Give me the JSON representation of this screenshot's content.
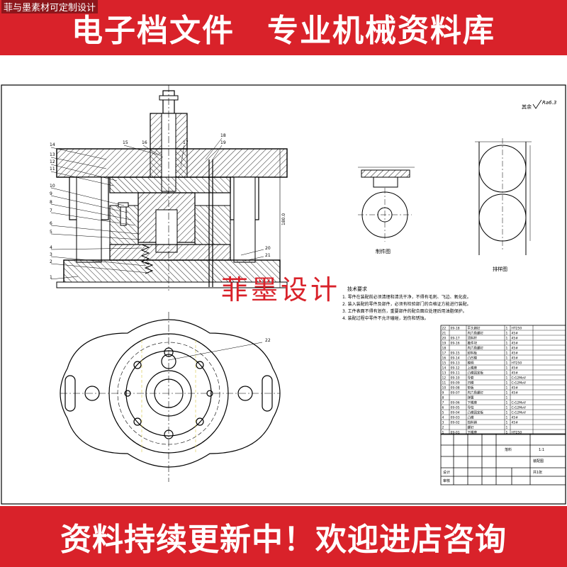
{
  "header": {
    "watermark": "菲与墨素材可定制设计",
    "left_title": "电子档文件",
    "right_title": "专业机械资料库"
  },
  "footer": {
    "slogan": "资料持续更新中！欢迎进店咨询"
  },
  "brand_watermark": "菲墨设计",
  "drawing": {
    "roughness_note": "其余",
    "roughness_value": "Ra6.3",
    "part_view_label": "制件图",
    "layout_view_label": "排样图",
    "tech_title": "技术要求",
    "tech_lines": [
      "1. 零件在装配前必须清理和清洗干净，不得有毛刺、飞边、氧化皮。",
      "2. 装入装配的零件及部件，必须有检验部门的合格证方能进行装配。",
      "3. 工件表面不得有划伤，重要部件的配合面应处理后用油脂保护。",
      "4. 装配过程中零件不允许磕碰，划伤和锈蚀。"
    ],
    "part_numbers_left": [
      "14",
      "13",
      "12",
      "11",
      "10",
      "9",
      "8",
      "7",
      "6",
      "5",
      "4",
      "3",
      "2",
      "1"
    ],
    "part_numbers_top": [
      "15",
      "16",
      "17",
      "18",
      "19"
    ],
    "part_numbers_right": [
      "20",
      "21"
    ],
    "callout_22": "22",
    "height_dim": "180.0",
    "bom_rows": [
      [
        "22",
        "09-18",
        "平头销钉",
        "1",
        "HT250"
      ],
      [
        "21",
        "",
        "内六角螺钉",
        "1",
        "45#"
      ],
      [
        "20",
        "09-17",
        "顶料杆",
        "1",
        "45#"
      ],
      [
        "19",
        "09-16",
        "推件块",
        "1",
        "45#"
      ],
      [
        "18",
        "",
        "内六角螺钉",
        "1",
        "45#"
      ],
      [
        "17",
        "09-15",
        "卸料板",
        "1",
        "45#"
      ],
      [
        "16",
        "09-14",
        "凸凹模",
        "1",
        "45#"
      ],
      [
        "15",
        "09-13",
        "模柄",
        "1",
        "HT250"
      ],
      [
        "14",
        "09-12",
        "上模座",
        "1",
        "45#"
      ],
      [
        "13",
        "09-11",
        "凸模固定板",
        "1",
        "45#"
      ],
      [
        "12",
        "09-10",
        "导套",
        "1",
        "Cr12MoV"
      ],
      [
        "11",
        "09-09",
        "凹模",
        "1",
        "Cr12MoV"
      ],
      [
        "10",
        "09-08",
        "垫板",
        "1",
        "45#"
      ],
      [
        "9",
        "09-07",
        "内六角螺钉",
        "1",
        "45#"
      ],
      [
        "8",
        "",
        "弹簧",
        "1",
        ""
      ],
      [
        "7",
        "09-06",
        "下模座",
        "1",
        "Cr12MoV"
      ],
      [
        "6",
        "09-05",
        "导柱",
        "1",
        "Cr12MoV"
      ],
      [
        "5",
        "09-04",
        "凸模固定板",
        "1",
        "Cr12MoV"
      ],
      [
        "4",
        "09-03",
        "凸模",
        "1",
        "45#"
      ],
      [
        "3",
        "09-02",
        "挡料销",
        "1",
        "45#"
      ],
      [
        "2",
        "",
        "螺钉",
        "1",
        ""
      ],
      [
        "1",
        "09-01",
        "下模座",
        "1",
        "HT250"
      ]
    ],
    "title_block": {
      "drawing_name": "装配图",
      "scale": "1:1",
      "sheet": "共1张",
      "material": "落料",
      "designer": "设计",
      "checker": "审核"
    }
  }
}
